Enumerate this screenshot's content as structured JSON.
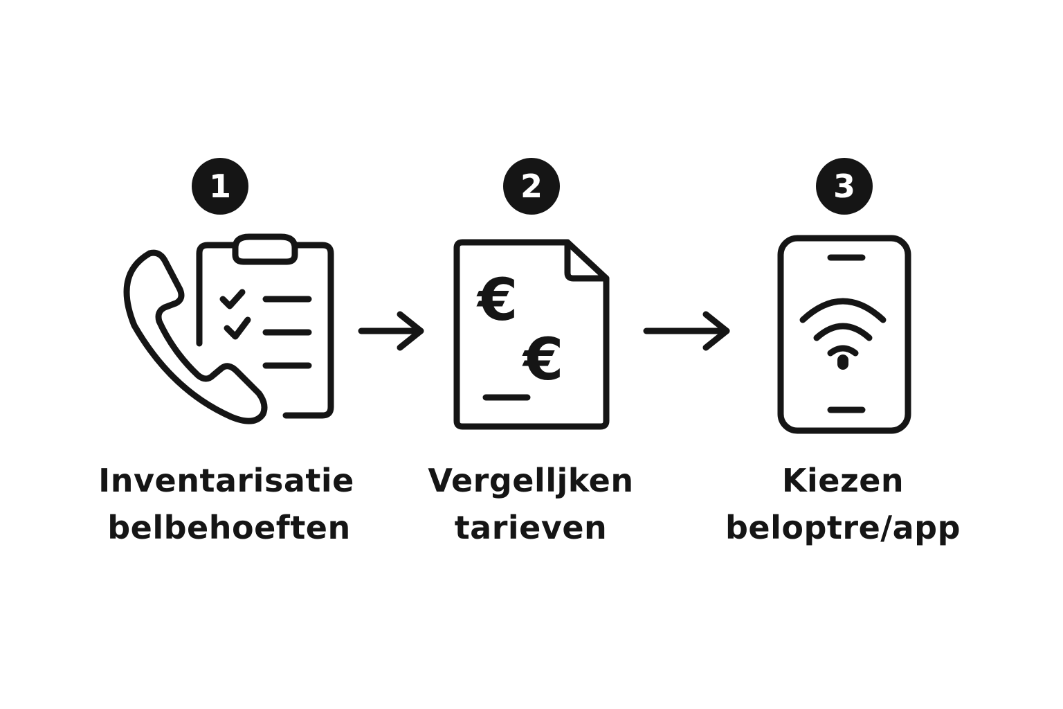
{
  "steps": [
    {
      "number": "1",
      "line1": "Inventarisatie",
      "line2": "belbehoeften",
      "icon": "phone-clipboard-icon"
    },
    {
      "number": "2",
      "line1": "Vergelljken",
      "line2": "tarieven",
      "icon": "euro-document-icon"
    },
    {
      "number": "3",
      "line1": "Kiezen",
      "line2": "beloptre/app",
      "icon": "smartphone-wifi-icon"
    }
  ],
  "currency_symbol": "€",
  "colors": {
    "ink": "#151515",
    "background": "#ffffff"
  }
}
